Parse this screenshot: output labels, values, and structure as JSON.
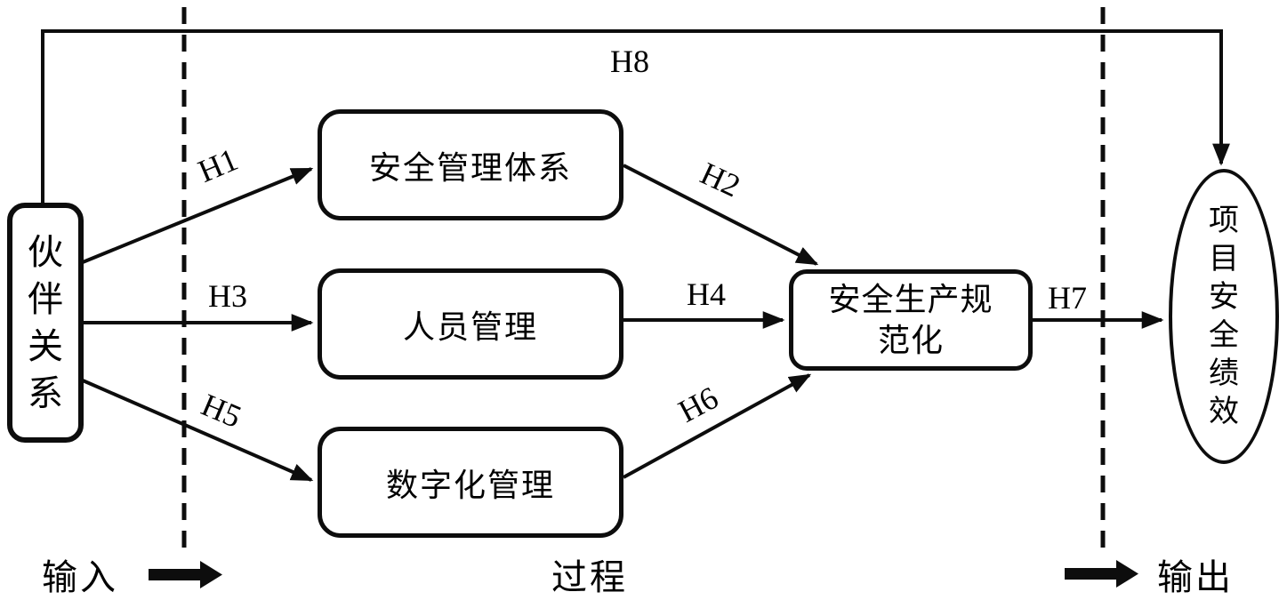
{
  "figure": {
    "type": "hypothesis-model-diagram",
    "colors": {
      "ink": "#000000",
      "background": "#ffffff"
    }
  },
  "nodes": {
    "partnership": "伙伴关系",
    "safety_management_system": "安全管理体系",
    "personnel_management": "人员管理",
    "digital_management": "数字化管理",
    "safety_production_standardization": "安全生产规范化",
    "project_safety_performance": "项目安全绩效"
  },
  "hypotheses": {
    "h1": "H1",
    "h2": "H2",
    "h3": "H3",
    "h4": "H4",
    "h5": "H5",
    "h6": "H6",
    "h7": "H7",
    "h8": "H8"
  },
  "zones": {
    "input": "输入",
    "process": "过程",
    "output": "输出"
  }
}
